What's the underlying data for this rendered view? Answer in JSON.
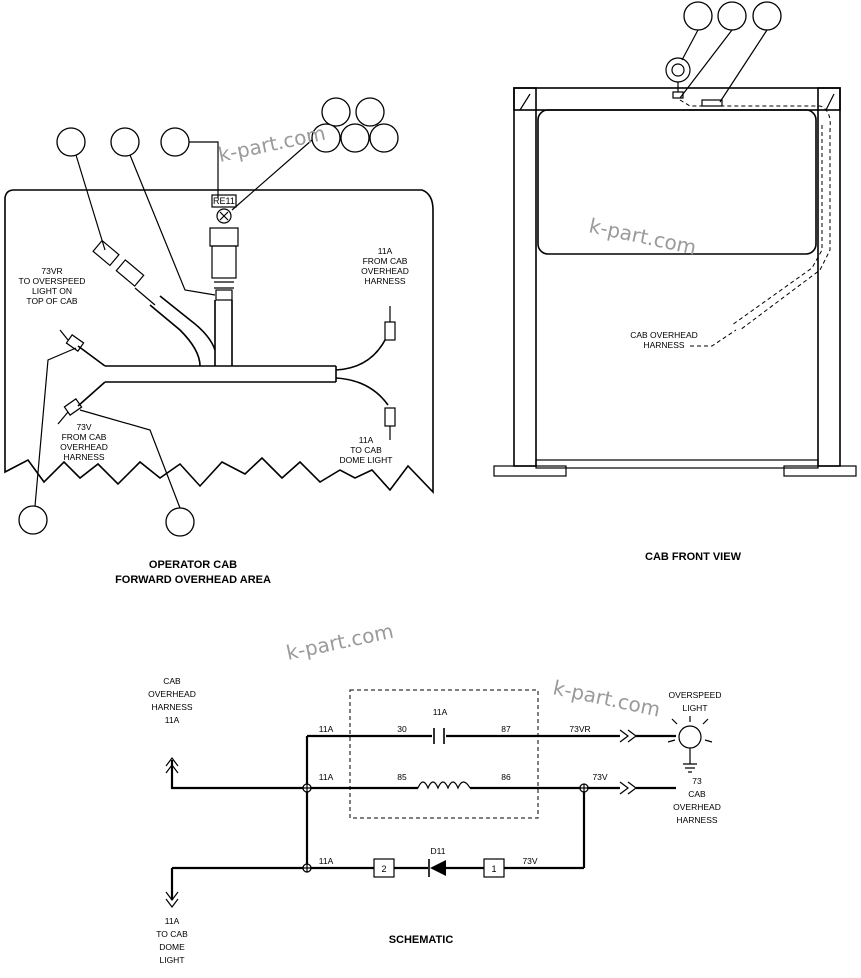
{
  "views": {
    "operator_cab": {
      "title_line1": "OPERATOR CAB",
      "title_line2": "FORWARD OVERHEAD AREA",
      "connector_tag": "RE11",
      "label_73vr": [
        "73VR",
        "TO OVERSPEED",
        "LIGHT ON",
        "TOP OF CAB"
      ],
      "label_73v": [
        "73V",
        "FROM CAB",
        "OVERHEAD",
        "HARNESS"
      ],
      "label_11a_top": [
        "11A",
        "FROM CAB",
        "OVERHEAD",
        "HARNESS"
      ],
      "label_11a_bottom": [
        "11A",
        "TO CAB",
        "DOME LIGHT"
      ]
    },
    "cab_front": {
      "title": "CAB FRONT VIEW",
      "harness_label": [
        "CAB OVERHEAD",
        "HARNESS"
      ]
    }
  },
  "schematic": {
    "title": "SCHEMATIC",
    "left_label": [
      "CAB",
      "OVERHEAD",
      "HARNESS",
      "11A"
    ],
    "bottom_label": [
      "11A",
      "TO CAB",
      "DOME",
      "LIGHT"
    ],
    "right_top_label": [
      "OVERSPEED",
      "LIGHT"
    ],
    "right_mid_label": [
      "73",
      "CAB",
      "OVERHEAD",
      "HARNESS"
    ],
    "relay_name": "11A",
    "wires": {
      "w_11a_1": "11A",
      "w_11a_2": "11A",
      "w_11a_3": "11A",
      "pin_30": "30",
      "pin_87": "87",
      "pin_85": "85",
      "pin_86": "86",
      "w_73vr": "73VR",
      "w_73v_top": "73V",
      "w_73v_bottom": "73V",
      "diode": "D11",
      "box_2": "2",
      "box_1": "1"
    }
  },
  "watermark": "k-part.com"
}
